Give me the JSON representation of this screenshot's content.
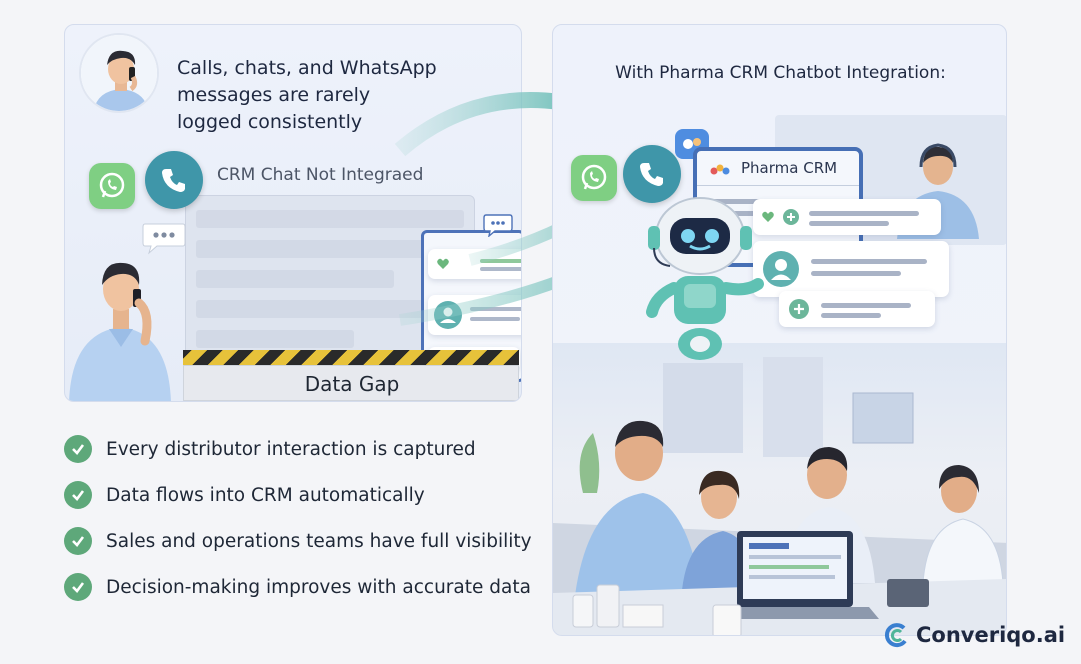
{
  "left": {
    "caption_lines": [
      "Calls, chats, and WhatsApp",
      "messages are rarely",
      "logged consistently"
    ],
    "crm_label": "CRM Chat Not Integraed",
    "gap_label": "Data Gap"
  },
  "right": {
    "title": "With Pharma CRM Chatbot Integration:",
    "crm_window_title": "Pharma CRM"
  },
  "bullets": [
    "Every distributor interaction is captured",
    "Data flows into CRM automatically",
    "Sales and operations teams have full visibility",
    "Decision-making improves with accurate data"
  ],
  "brand": {
    "name": "Converiqo.ai"
  },
  "colors": {
    "accent_blue": "#466fb5",
    "check_green": "#5ea87a",
    "whatsapp_green": "#7fcf83",
    "call_teal": "#3f96a9",
    "robot_teal": "#5fc1b3"
  },
  "icons": [
    "whatsapp-icon",
    "phone-icon",
    "chat-bubble-icon",
    "check-icon",
    "heart-icon",
    "user-icon",
    "plus-icon",
    "robot-icon",
    "brand-logo-icon"
  ]
}
